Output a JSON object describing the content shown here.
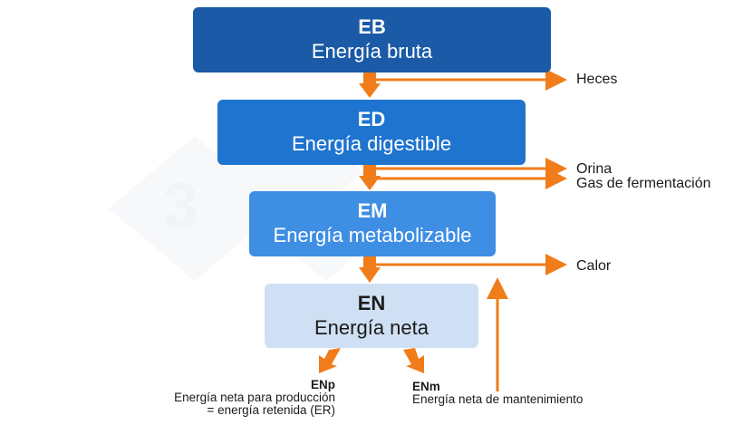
{
  "boxes": {
    "eb": {
      "abbr": "EB",
      "name": "Energía bruta"
    },
    "ed": {
      "abbr": "ED",
      "name": "Energía digestible"
    },
    "em": {
      "abbr": "EM",
      "name": "Energía metabolizable"
    },
    "en": {
      "abbr": "EN",
      "name": "Energía neta"
    }
  },
  "losses": {
    "heces": "Heces",
    "orina": "Orina",
    "gas": "Gas de fermentación",
    "calor": "Calor"
  },
  "outputs": {
    "enp": {
      "abbr": "ENp",
      "line1": "Energía neta para producción",
      "line2": "= energía retenida (ER)"
    },
    "enm": {
      "abbr": "ENm",
      "line1": "Energía neta de mantenimiento"
    }
  },
  "colors": {
    "arrow": "#f07d1a",
    "eb": "#1a5aa6",
    "ed": "#1f74cf",
    "em": "#3e8ee4",
    "en": "#cfe0f4"
  }
}
